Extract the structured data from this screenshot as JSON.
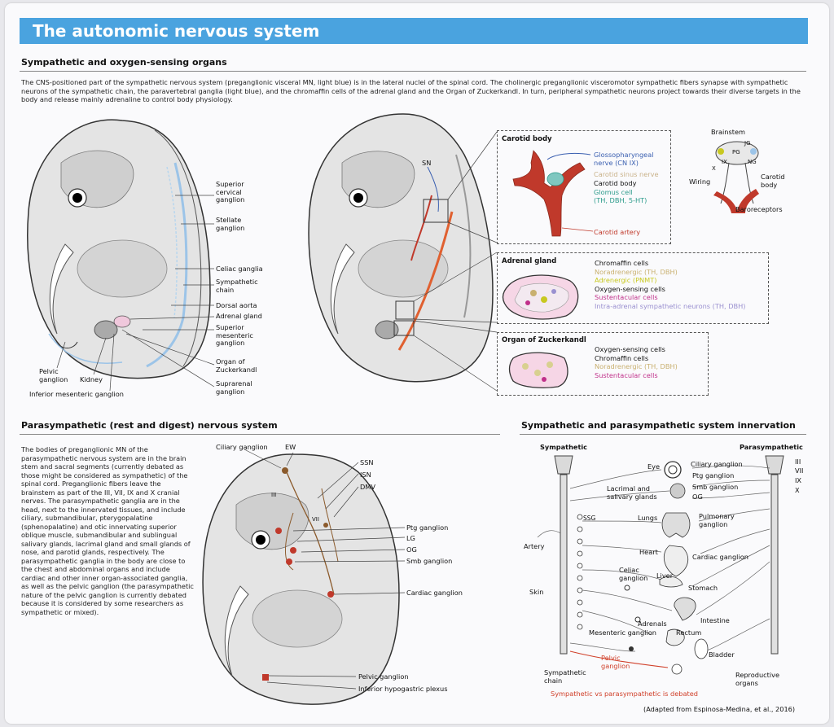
{
  "title": "The autonomic nervous system",
  "sympathetic": {
    "heading": "Sympathetic and oxygen-sensing organs",
    "intro": "The CNS-positioned part of the sympathetic nervous system (preganglionic visceral MN, light blue) is in the lateral nuclei of the spinal cord. The cholinergic preganglionic visceromotor sympathetic fibers synapse with sympathetic neurons of the sympathetic chain, the paravertebral ganglia (light blue), and the chromaffin cells of the adrenal gland and the Organ of Zuckerkandl. In turn, peripheral sympathetic neurons project towards their diverse targets in the body and release mainly adrenaline to control body physiology.",
    "labels": {
      "superior_cervical": "Superior\ncervical\nganglion",
      "stellate": "Stellate\nganglion",
      "celiac": "Celiac ganglia",
      "sympathetic_chain": "Sympathetic\nchain",
      "dorsal_aorta": "Dorsal aorta",
      "adrenal_gland": "Adrenal gland",
      "superior_mesenteric": "Superior\nmesenteric\nganglion",
      "organ_zuckerkandl": "Organ of\nZuckerkandl",
      "suprarenal": "Suprarenal\nganglion",
      "pelvic": "Pelvic\nganglion",
      "kidney": "Kidney",
      "inferior_mesenteric": "Inferior mesenteric ganglion",
      "sn": "SN"
    },
    "carotid_box": {
      "title": "Carotid body",
      "glossopharyngeal": "Glossopharyngeal\nnerve (CN IX)",
      "carotid_sinus_nerve": "Carotid sinus nerve",
      "carotid_body": "Carotid body",
      "glomus": "Glomus cell\n(TH, DBH, 5-HT)",
      "carotid_artery": "Carotid artery"
    },
    "brainstem": {
      "brainstem": "Brainstem",
      "jg": "JG",
      "pg": "PG",
      "ix": "IX",
      "x": "X",
      "ng": "NG",
      "wiring": "Wiring",
      "carotid_body": "Carotid\nbody",
      "baroreceptors": "Baroreceptors"
    },
    "adrenal_box": {
      "title": "Adrenal gland",
      "chromaffin": "Chromaffin cells",
      "noradrenergic": "Noradrenergic (TH, DBH)",
      "adrenergic": "Adrenergic (PNMT)",
      "oxygen": "Oxygen-sensing cells",
      "sustentacular": "Sustentacular cells",
      "intra_adrenal": "Intra-adrenal sympathetic neurons (TH, DBH)"
    },
    "zuck_box": {
      "title": "Organ of Zuckerkandl",
      "oxygen": "Oxygen-sensing cells",
      "chromaffin": "Chromaffin cells",
      "noradrenergic": "Noradrenergic (TH, DBH)",
      "sustentacular": "Sustentacular cells"
    }
  },
  "parasympathetic": {
    "heading": "Parasympathetic (rest and digest) nervous system",
    "text": "The bodies of preganglionic MN of the parasympathetic nervous system are in the brain stem and sacral segments (currently debated as those might be considered as sympathetic) of the spinal cord. Preganglionic fibers leave the brainstem as part of the III, VII, IX and X cranial nerves. The parasympathetic ganglia are in the head, next to the innervated tissues, and include ciliary, submandibular, pterygopalatine (sphenopalatine) and otic innervating superior oblique muscle, submandibular and sublingual salivary glands, lacrimal gland and small glands of nose, and parotid glands, respectively. The parasympathetic ganglia in the body are close to the chest and abdominal organs and include cardiac and other inner organ-associated ganglia, as well as the pelvic ganglion (the parasympathetic nature of the pelvic ganglion is currently debated because it is considered by some researchers as sympathetic or mixed).",
    "labels": {
      "ciliary": "Ciliary ganglion",
      "ew": "EW",
      "ssn": "SSN",
      "isn": "ISN",
      "dmv": "DMV",
      "iii": "III",
      "vii": "VII",
      "ptg": "Ptg ganglion",
      "lg": "LG",
      "og": "OG",
      "smb": "Smb ganglion",
      "cardiac": "Cardiac ganglion",
      "pelvic": "Pelvic ganglion",
      "inferior_hypogastric": "Inferior hypogastric plexus"
    }
  },
  "innervation": {
    "heading": "Sympathetic and parasympathetic system innervation",
    "sympathetic": "Sympathetic",
    "parasympathetic": "Parasympathetic",
    "eye": "Eye",
    "ciliary": "Ciliary ganglion",
    "ptg": "Ptg ganglion",
    "lacrimal": "Lacrimal and\nsalivary glands",
    "smb": "Smb ganglion",
    "og": "OG",
    "ssg": "SSG",
    "lungs": "Lungs",
    "pulmonary": "Pulmonary\nganglion",
    "artery": "Artery",
    "heart": "Heart",
    "cardiac": "Cardiac ganglion",
    "skin": "Skin",
    "celiac": "Celiac\nganglion",
    "liver": "Liver",
    "stomach": "Stomach",
    "intestine": "Intestine",
    "adrenals": "Adrenals",
    "mesenteric": "Mesenteric ganglion",
    "rectum": "Rectum",
    "bladder": "Bladder",
    "pelvic": "Pelvic\nganglion",
    "sympathetic_chain": "Sympathetic\nchain",
    "reproductive": "Reproductive\norgans",
    "debated": "Sympathetic vs parasympathetic is debated",
    "cranial_iii": "III",
    "cranial_vii": "VII",
    "cranial_ix": "IX",
    "cranial_x": "X"
  },
  "credit": "(Adapted from Espinosa-Medina, et al., 2016)",
  "colors": {
    "banner": "#4aa3df",
    "sympathetic_blue": "#9cc4e8",
    "artery_red": "#c0392b",
    "nerve_blue": "#3a5fb0",
    "glomus_teal": "#2a9a8a",
    "sinus_tan": "#c9b28a",
    "noradrenergic_tan": "#c9b070",
    "adrenergic_yellow": "#c8c820",
    "sustentacular_pink": "#c0308a",
    "intra_lavender": "#9a90d0",
    "para_brown": "#8b5a2b",
    "debated_red": "#d0402a"
  }
}
